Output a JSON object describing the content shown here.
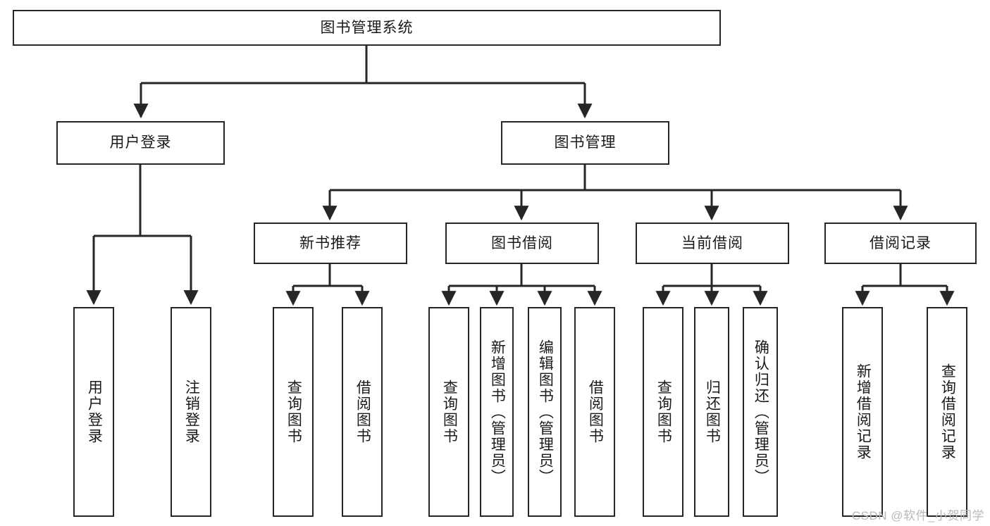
{
  "diagram": {
    "title": "图书管理系统",
    "type": "tree-hierarchy",
    "root": {
      "label": "图书管理系统"
    },
    "level2": [
      {
        "label": "用户登录"
      },
      {
        "label": "图书管理"
      }
    ],
    "level3": [
      {
        "label": "新书推荐"
      },
      {
        "label": "图书借阅"
      },
      {
        "label": "当前借阅"
      },
      {
        "label": "借阅记录"
      }
    ],
    "leaves": {
      "user_login": [
        {
          "label": "用户登录"
        },
        {
          "label": "注销登录"
        }
      ],
      "new_book_recommend": [
        {
          "label": "查询图书"
        },
        {
          "label": "借阅图书"
        }
      ],
      "book_borrow": [
        {
          "label": "查询图书"
        },
        {
          "label": "新增图书（管理员）"
        },
        {
          "label": "编辑图书（管理员）"
        },
        {
          "label": "借阅图书"
        }
      ],
      "current_borrow": [
        {
          "label": "查询图书"
        },
        {
          "label": "归还图书"
        },
        {
          "label": "确认归还（管理员）"
        }
      ],
      "borrow_record": [
        {
          "label": "新增借阅记录"
        },
        {
          "label": "查询借阅记录"
        }
      ]
    }
  },
  "watermark": {
    "text": "CSDN @软件_小贺同学"
  },
  "colors": {
    "stroke": "#262626",
    "text": "#1a1a1a",
    "background": "#ffffff",
    "watermark": "#b9b9b9"
  }
}
